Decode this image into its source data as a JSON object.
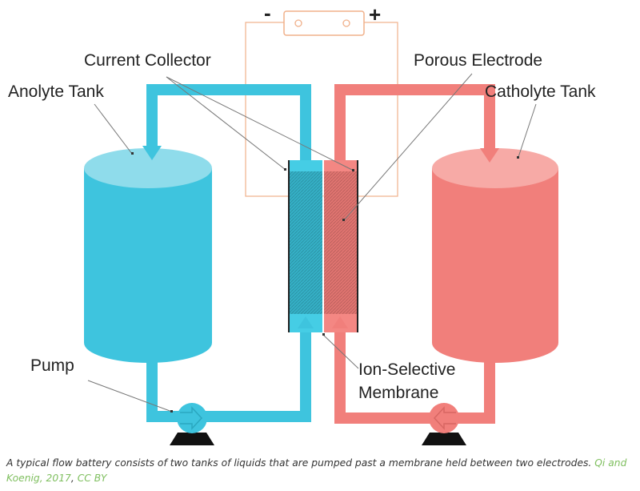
{
  "diagram": {
    "labels": {
      "minus": "-",
      "plus": "+",
      "current_collector": "Current Collector",
      "porous_electrode": "Porous Electrode",
      "anolyte_tank": "Anolyte Tank",
      "catholyte_tank": "Catholyte Tank",
      "pump": "Pump",
      "ion_selective_1": "Ion-Selective",
      "ion_selective_2": "Membrane"
    },
    "colors": {
      "anolyte": "#3ec4de",
      "anolyte_top": "#8fdceb",
      "catholyte": "#f17f7b",
      "catholyte_top": "#f7aaa6",
      "wire": "#f0b08a"
    }
  },
  "caption": {
    "text": "A typical flow battery consists of two tanks of liquids that are pumped past a membrane held between two electrodes.",
    "link1": "Qi and Koenig, 2017",
    "separator": ",",
    "link2": "CC BY"
  }
}
